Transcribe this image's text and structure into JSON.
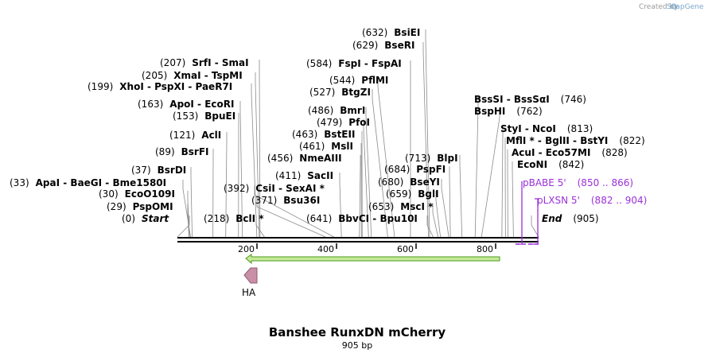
{
  "credit": {
    "prefix": "Created by",
    "brand": "SnapGene"
  },
  "map": {
    "length": 905,
    "ticks": [
      200,
      400,
      600,
      800
    ],
    "title": "Banshee RunxDN mCherry",
    "subtitle": "905 bp"
  },
  "sites": [
    {
      "text": "(33)",
      "name": "ApaI  - BaeGI  - Bme1580I",
      "pos": 33
    },
    {
      "text": "(30)",
      "name": "EcoO109I",
      "pos": 30
    },
    {
      "text": "(29)",
      "name": "PspOMI",
      "pos": 29
    },
    {
      "text": "(0)",
      "name": "Start",
      "pos": 0,
      "italic": true
    },
    {
      "text": "(37)",
      "name": "BsrDI",
      "pos": 37
    },
    {
      "text": "(89)",
      "name": "BsrFI",
      "pos": 89
    },
    {
      "text": "(121)",
      "name": "AclI",
      "pos": 121
    },
    {
      "text": "(153)",
      "name": "BpuEI",
      "pos": 153
    },
    {
      "text": "(163)",
      "name": "ApoI  - EcoRI",
      "pos": 163
    },
    {
      "text": "(199)",
      "name": "XhoI  - PspXI  - PaeR7I",
      "pos": 199
    },
    {
      "text": "(205)",
      "name": "XmaI  - TspMI",
      "pos": 205
    },
    {
      "text": "(207)",
      "name": "SrfI  - SmaI",
      "pos": 207
    },
    {
      "text": "(218)",
      "name": "BclI *",
      "pos": 218
    },
    {
      "text": "(392)",
      "name": "CsiI  - SexAI *",
      "pos": 392
    },
    {
      "text": "(371)",
      "name": "Bsu36I",
      "pos": 371
    },
    {
      "text": "(411)",
      "name": "SacII",
      "pos": 411
    },
    {
      "text": "(456)",
      "name": "NmeAIII",
      "pos": 456
    },
    {
      "text": "(461)",
      "name": "MslI",
      "pos": 461
    },
    {
      "text": "(463)",
      "name": "BstEII",
      "pos": 463
    },
    {
      "text": "(479)",
      "name": "PfoI",
      "pos": 479
    },
    {
      "text": "(486)",
      "name": "BmrI",
      "pos": 486
    },
    {
      "text": "(527)",
      "name": "BtgZI",
      "pos": 527
    },
    {
      "text": "(544)",
      "name": "PflMI",
      "pos": 544
    },
    {
      "text": "(584)",
      "name": "FspI  - FspAI",
      "pos": 584
    },
    {
      "text": "(629)",
      "name": "BseRI",
      "pos": 629
    },
    {
      "text": "(632)",
      "name": "BsiEI",
      "pos": 632
    },
    {
      "text": "(641)",
      "name": "BbvCI  - Bpu10I",
      "pos": 641
    },
    {
      "text": "(653)",
      "name": "MscI *",
      "pos": 653
    },
    {
      "text": "(659)",
      "name": "BglI",
      "pos": 659
    },
    {
      "text": "(680)",
      "name": "BseYI",
      "pos": 680
    },
    {
      "text": "(684)",
      "name": "PspFI",
      "pos": 684
    },
    {
      "text": "(713)",
      "name": "BlpI",
      "pos": 713
    },
    {
      "text": "(746)",
      "name": "BssSI  - BssSαI",
      "pos": 746
    },
    {
      "text": "(762)",
      "name": "BspHI",
      "pos": 762
    },
    {
      "text": "(813)",
      "name": "StyI  - NcoI",
      "pos": 813
    },
    {
      "text": "(822)",
      "name": "MflI *  - BglII  - BstYI",
      "pos": 822
    },
    {
      "text": "(828)",
      "name": "AcuI  - Eco57MI",
      "pos": 828
    },
    {
      "text": "(842)",
      "name": "EcoNI",
      "pos": 842
    },
    {
      "text": "(905)",
      "name": "End",
      "pos": 905,
      "italic": true
    }
  ],
  "primers": [
    {
      "name": "pBABE 5'",
      "range": "(850 .. 866)"
    },
    {
      "name": "pLXSN 5'",
      "range": "(882 .. 904)"
    }
  ],
  "features": [
    {
      "name": "HA"
    }
  ],
  "colors": {
    "backbone": "#000000",
    "orf_fill": "#c6e99a",
    "orf_stroke": "#4c9a1a",
    "ha_fill": "#c98fa6",
    "primer": "#9b30d9",
    "leader": "#8a8a8a"
  }
}
